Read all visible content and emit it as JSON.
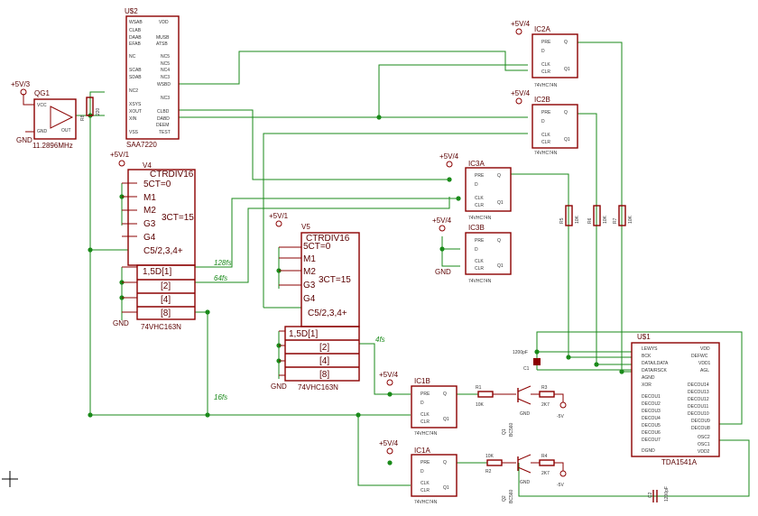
{
  "colors": {
    "wire": "#1a8a1a",
    "part": "#8b0000",
    "background": "#ffffff"
  },
  "parts": {
    "u2": {
      "name": "U$2",
      "type": "SAA7220",
      "left_pins": [
        "WSAB",
        "CLAB",
        "DAAB",
        "EFAB",
        "NC",
        "SCAB",
        "SDAB",
        "NC2",
        "XSYS",
        "XOUT",
        "XIN",
        "VSS"
      ],
      "right_pins": [
        "VDD",
        "MUSB",
        "ATSB",
        "NC5",
        "NC5",
        "NC4",
        "NC3",
        "WSBD",
        "NC3",
        "CLBD",
        "DABD",
        "DEEM",
        "TEST"
      ]
    },
    "qg1": {
      "name": "QG1",
      "freq": "11.2896MHz",
      "vcc": "VCC",
      "gnd": "GND",
      "out": "OUT"
    },
    "r8": {
      "name": "R8",
      "value": "220"
    },
    "v4": {
      "title": "CTRDIV16",
      "name": "V4",
      "type": "74VHC163N",
      "rows": [
        "5CT=0",
        "M1",
        "M2",
        "G3",
        "G4",
        "C5/2,3,4+",
        "3CT=15"
      ],
      "data": [
        "1,5D[1]",
        "[2]",
        "[4]",
        "[8]"
      ]
    },
    "v5": {
      "title": "CTRDIV16",
      "name": "V5",
      "type": "74VHC163N",
      "rows": [
        "5CT=0",
        "M1",
        "M2",
        "G3",
        "G4",
        "C5/2,3,4+",
        "3CT=15"
      ],
      "data": [
        "1,5D[1]",
        "[2]",
        "[4]",
        "[8]"
      ]
    },
    "flipflops": [
      {
        "name": "IC2A",
        "type": "74VHC74N"
      },
      {
        "name": "IC2B",
        "type": "74VHC74N"
      },
      {
        "name": "IC3A",
        "type": "74VHC74N"
      },
      {
        "name": "IC3B",
        "type": "74VHC74N"
      },
      {
        "name": "IC1B",
        "type": "74VHC74N"
      },
      {
        "name": "IC1A",
        "type": "74VHC74N"
      }
    ],
    "ff_pins": {
      "pre": "PRE",
      "d": "D",
      "clk": "CLK",
      "clr": "CLR",
      "q": "Q",
      "qn": "Q1"
    },
    "resistors": [
      {
        "name": "R5",
        "value": "10K"
      },
      {
        "name": "R6",
        "value": "10K"
      },
      {
        "name": "R7",
        "value": "10K"
      },
      {
        "name": "R1",
        "value": "10K"
      },
      {
        "name": "R2",
        "value": "10K"
      },
      {
        "name": "R3",
        "value": "2K7"
      },
      {
        "name": "R4",
        "value": "2K7"
      }
    ],
    "transistors": [
      {
        "name": "Q1",
        "type": "BC560"
      },
      {
        "name": "Q2",
        "type": "BC560"
      }
    ],
    "u1": {
      "name": "U$1",
      "type": "TDA1541A",
      "left_pins": [
        "LEWYS",
        "BCK",
        "DATA/LDATA",
        "DATA/RSCK",
        "AGND",
        "XOR",
        "DECOU1",
        "DECOU2",
        "DECOU3",
        "DECOU4",
        "DECOU5",
        "DECOU6",
        "DECOU7",
        "DGND"
      ],
      "right_pins": [
        "VDD",
        "DEFWC",
        "VDD1",
        "AGL",
        "DECOU14",
        "DECOU13",
        "DECOU12",
        "DECOU11",
        "DECOU10",
        "DECOU9",
        "DECOU8",
        "OSC2",
        "OSC1",
        "VDD2"
      ]
    },
    "c1": {
      "name": "C1",
      "value": "1200pF"
    },
    "c2": {
      "name": "C2",
      "value": "1200pF"
    }
  },
  "power": {
    "p5v3": "+5V/3",
    "p5v1": "+5V/1",
    "p5v4": "+5V/4",
    "minus5": "-5V",
    "gnd": "GND"
  },
  "nets": {
    "n128": "128fs",
    "n64": "64fs",
    "n4": "4fs",
    "n16": "16fs"
  }
}
